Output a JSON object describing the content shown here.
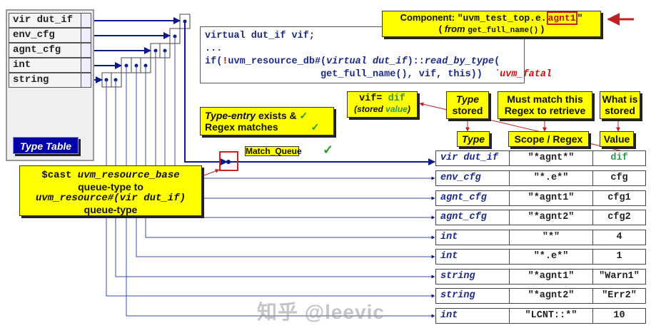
{
  "type_table": {
    "rows": [
      "vir dut_if",
      "env_cfg",
      "agnt_cfg",
      "int",
      "string"
    ],
    "label": "Type Table"
  },
  "code": {
    "line1": "virtual dut_if vif;",
    "line2": "...",
    "line3_a": "if(",
    "line3_bang": "!",
    "line3_b": "uvm_resource_db#(",
    "line3_c": "virtual dut_if",
    "line3_d": ")::",
    "line3_e": "read_by_type",
    "line3_f": "(",
    "line4_a": "get_full_name(), vif, this))",
    "line4_b": "`uvm_fatal"
  },
  "component_note": {
    "label": "Component: ",
    "value_prefix": "\"uvm_test_top.e.",
    "value_highlight": "agnt1",
    "value_suffix": "\"",
    "from_label": "from",
    "from_call": "get_full_name()"
  },
  "match_note": {
    "line1_italic": "Type-entry",
    "line1_rest": " exists   &",
    "line2": "Regex matches",
    "check": "✓"
  },
  "match_queue": {
    "label": "Match_Queue",
    "check": "✓"
  },
  "vif_note": {
    "prefix": "vif= ",
    "value": "dif",
    "sub_a": "(stored ",
    "sub_b": "value",
    "sub_c": ")"
  },
  "header_notes": {
    "type_stored": [
      "Type",
      "stored"
    ],
    "regex": [
      "Must match this",
      "Regex to retrieve"
    ],
    "what": [
      "What is",
      "stored"
    ]
  },
  "columns": {
    "type": "Type",
    "scope": "Scope / Regex",
    "value": "Value"
  },
  "cast_note": {
    "line1_a": "$cast ",
    "line1_b": "uvm_resource_base",
    "line2": "queue-type to",
    "line3": "uvm_resource#(vir dut_if)",
    "line4": "queue-type"
  },
  "resources": [
    {
      "type": "vir dut_if",
      "scope": "\"*agnt*\"",
      "value": "dif"
    },
    {
      "type": "env_cfg",
      "scope": "\"*.e*\"",
      "value": "cfg"
    },
    {
      "type": "agnt_cfg",
      "scope": "\"*agnt1\"",
      "value": "cfg1"
    },
    {
      "type": "agnt_cfg",
      "scope": "\"*agnt2\"",
      "value": "cfg2"
    },
    {
      "type": "int",
      "scope": "\"*\"",
      "value": "4"
    },
    {
      "type": "int",
      "scope": "\"*.e*\"",
      "value": "1"
    },
    {
      "type": "string",
      "scope": "\"*agnt1\"",
      "value": "\"Warn1\""
    },
    {
      "type": "string",
      "scope": "\"*agnt2\"",
      "value": "\"Err2\""
    },
    {
      "type": "int",
      "scope": "\"LCNT::*\"",
      "value": "10"
    }
  ],
  "watermark": "知乎 @leevic",
  "colors": {
    "line": "#0a1a8a",
    "note": "#ffff00",
    "highlight": "#d01010",
    "value_green": "#2a9a50",
    "type_table": "#0000a8"
  }
}
